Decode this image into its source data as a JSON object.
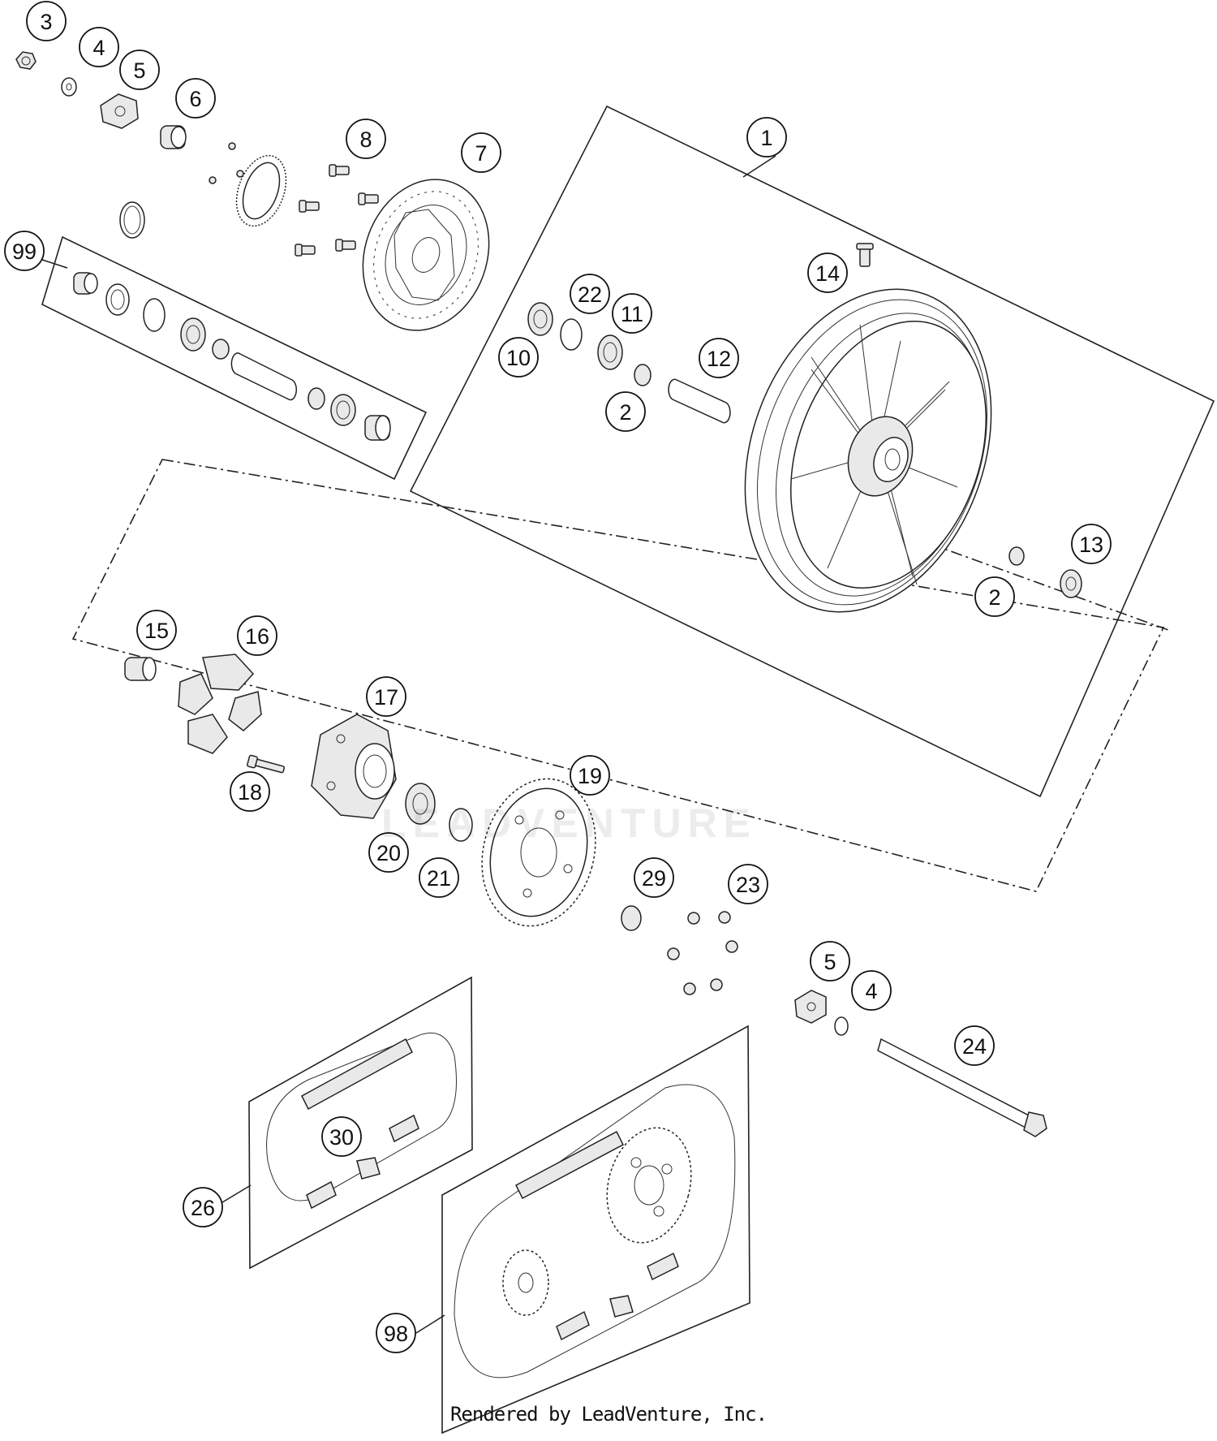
{
  "diagram": {
    "callouts": [
      {
        "id": "c3",
        "label": "3"
      },
      {
        "id": "c4a",
        "label": "4"
      },
      {
        "id": "c5a",
        "label": "5"
      },
      {
        "id": "c6",
        "label": "6"
      },
      {
        "id": "c7",
        "label": "7"
      },
      {
        "id": "c8",
        "label": "8"
      },
      {
        "id": "c99",
        "label": "99"
      },
      {
        "id": "c1",
        "label": "1"
      },
      {
        "id": "c14",
        "label": "14"
      },
      {
        "id": "c22",
        "label": "22"
      },
      {
        "id": "c11",
        "label": "11"
      },
      {
        "id": "c10",
        "label": "10"
      },
      {
        "id": "c12",
        "label": "12"
      },
      {
        "id": "c2a",
        "label": "2"
      },
      {
        "id": "c13",
        "label": "13"
      },
      {
        "id": "c2b",
        "label": "2"
      },
      {
        "id": "c15",
        "label": "15"
      },
      {
        "id": "c16",
        "label": "16"
      },
      {
        "id": "c17",
        "label": "17"
      },
      {
        "id": "c18",
        "label": "18"
      },
      {
        "id": "c19",
        "label": "19"
      },
      {
        "id": "c20",
        "label": "20"
      },
      {
        "id": "c21",
        "label": "21"
      },
      {
        "id": "c29",
        "label": "29"
      },
      {
        "id": "c23",
        "label": "23"
      },
      {
        "id": "c5b",
        "label": "5"
      },
      {
        "id": "c4b",
        "label": "4"
      },
      {
        "id": "c24",
        "label": "24"
      },
      {
        "id": "c30",
        "label": "30"
      },
      {
        "id": "c26",
        "label": "26"
      },
      {
        "id": "c98",
        "label": "98"
      }
    ]
  },
  "watermark": "LEADVENTURE",
  "footer": "Rendered by LeadVenture, Inc."
}
